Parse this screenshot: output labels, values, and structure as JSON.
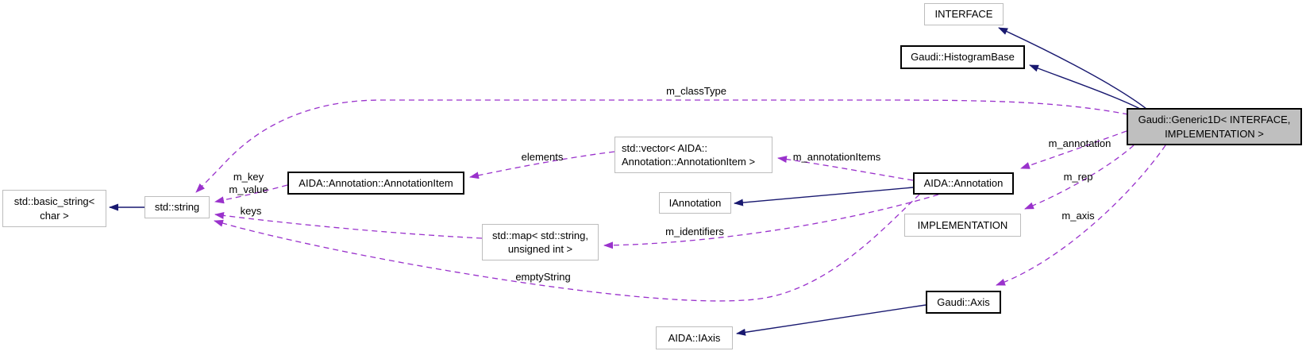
{
  "diagram": {
    "type": "collaboration-graph",
    "colors": {
      "background": "#ffffff",
      "inheritance_edge": "#191970",
      "usage_edge": "#9a32cc",
      "focus_node_fill": "#bfbfbf",
      "node_fill": "#ffffff",
      "dark_border": "#000000",
      "light_border": "#bdbdbd"
    },
    "nodes": {
      "interface": {
        "label": "INTERFACE"
      },
      "histogram_base": {
        "label": "Gaudi::HistogramBase"
      },
      "generic1d": {
        "label": "Gaudi::Generic1D< INTERFACE,\nIMPLEMENTATION >"
      },
      "basic_string": {
        "label": "std::basic_string<\nchar >"
      },
      "std_string": {
        "label": "std::string"
      },
      "annotation_item": {
        "label": "AIDA::Annotation::AnnotationItem"
      },
      "vector_annotation_item": {
        "label": "std::vector< AIDA::\nAnnotation::AnnotationItem >"
      },
      "iannotation": {
        "label": "IAnnotation"
      },
      "std_map": {
        "label": "std::map< std::string,\nunsigned int >"
      },
      "aida_annotation": {
        "label": "AIDA::Annotation"
      },
      "implementation": {
        "label": "IMPLEMENTATION"
      },
      "gaudi_axis": {
        "label": "Gaudi::Axis"
      },
      "aida_iaxis": {
        "label": "AIDA::IAxis"
      }
    },
    "edge_labels": {
      "m_classType": "m_classType",
      "m_key_m_value": "m_key\nm_value",
      "keys": "keys",
      "elements": "elements",
      "m_annotationItems": "m_annotationItems",
      "m_annotation": "m_annotation",
      "m_rep": "m_rep",
      "m_axis": "m_axis",
      "m_identifiers": "m_identifiers",
      "emptyString": "emptyString"
    }
  }
}
